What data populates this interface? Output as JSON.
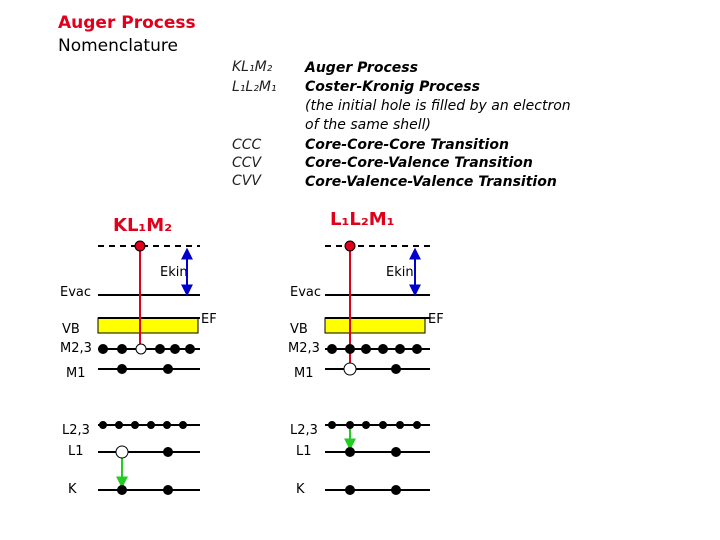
{
  "heading": {
    "title": "Auger Process",
    "subtitle": "Nomenclature"
  },
  "nomenclature": {
    "examples": [
      {
        "term": "KL₁M₂",
        "description": "Auger Process"
      },
      {
        "term": "L₁L₂M₁",
        "description": "Coster-Kronig Process"
      }
    ],
    "note_line1": "(the initial hole is filled by an electron",
    "note_line2": "of the same shell)",
    "transitions": [
      {
        "term": "CCC",
        "description": "Core-Core-Core Transition"
      },
      {
        "term": "CCV",
        "description": "Core-Core-Valence Transition"
      },
      {
        "term": "CVV",
        "description": "Core-Valence-Valence Transition"
      }
    ]
  },
  "diagrams": [
    {
      "label": "KL₁M₂",
      "ekin": "Ekin",
      "evac": "Evac",
      "ef": "EF",
      "vb": "VB",
      "m23": "M2,3",
      "m1": "M1",
      "l23": "L2,3",
      "l1": "L1",
      "k": "K"
    },
    {
      "label": "L₁L₂M₁",
      "ekin": "Ekin",
      "evac": "Evac",
      "ef": "EF",
      "vb": "VB",
      "m23": "M2,3",
      "m1": "M1",
      "l23": "L2,3",
      "l1": "L1",
      "k": "K"
    }
  ],
  "colors": {
    "title": "#e0001b",
    "valence_band": "#ffff00",
    "emission_line": "#e0001b",
    "ekin_arrow": "#0000cc",
    "relaxation_arrow": "#22cc22"
  }
}
